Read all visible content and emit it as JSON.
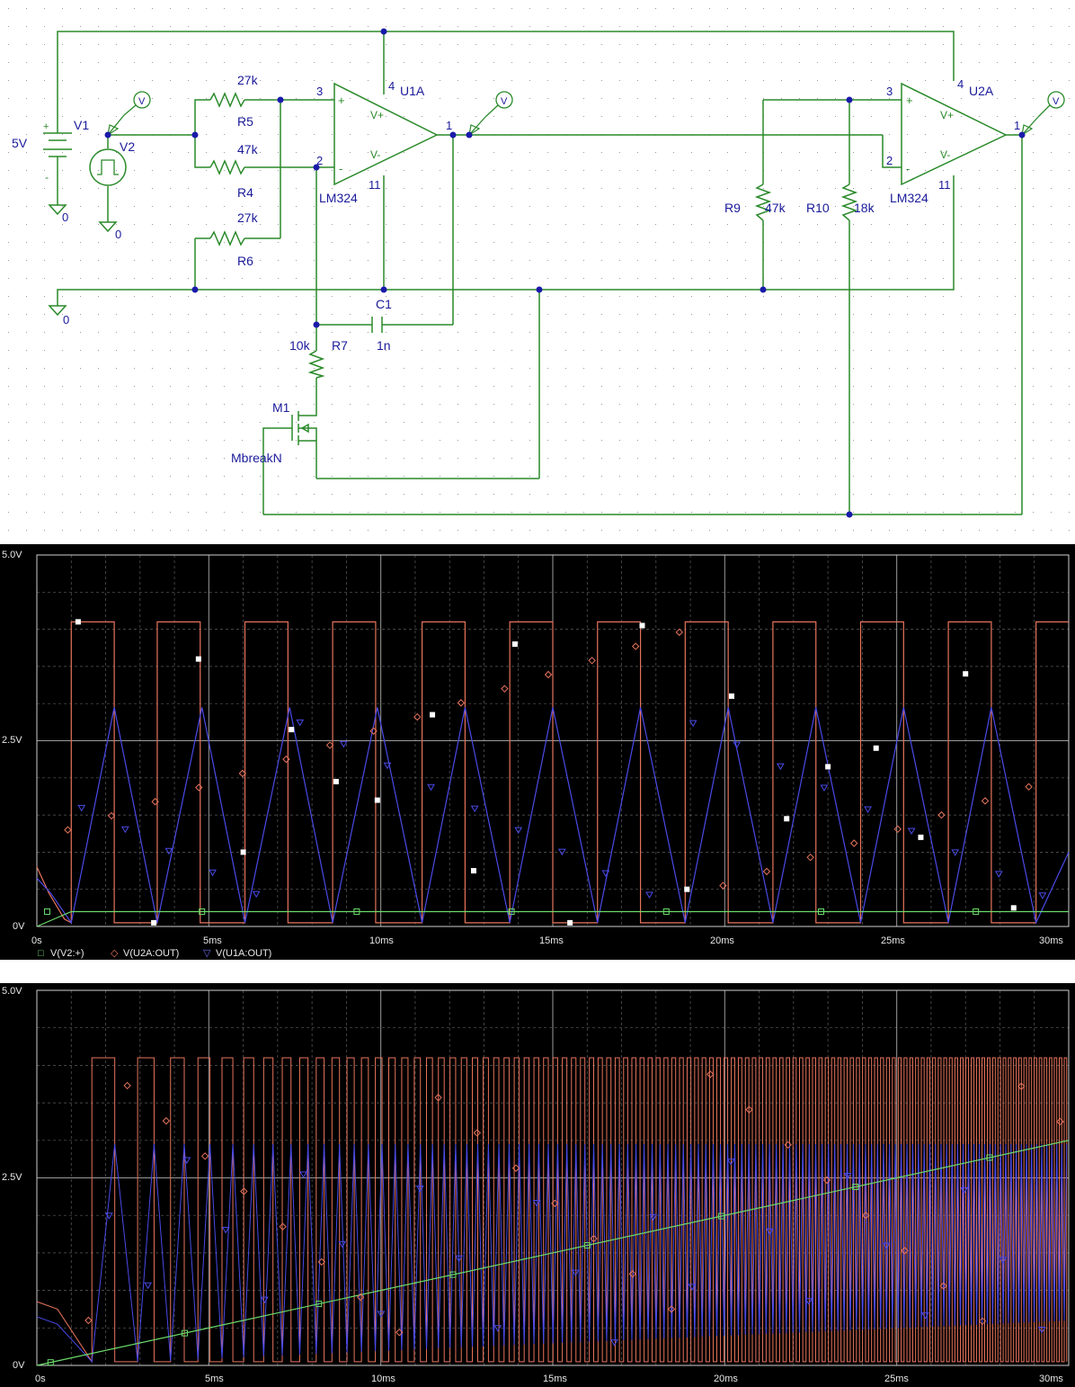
{
  "colors": {
    "wire": "#2a8a2a",
    "label": "#1a1a9a",
    "dot": "#1a1aaa",
    "plot_bg": "#000000",
    "grid": "#cfcfcf",
    "axis_text": "#e8e8e8",
    "trace_v2": "#6bdc6b",
    "trace_u2a": "#e8745c",
    "trace_u1a": "#4a4ae8",
    "marker_white": "#ffffff"
  },
  "schematic": {
    "v1": {
      "name": "V1",
      "value": "5V",
      "plus": "+",
      "minus": "-"
    },
    "v2": {
      "name": "V2"
    },
    "gnd_labels": [
      "0",
      "0",
      "0"
    ],
    "probe_label": "V",
    "u1a": {
      "name": "U1A",
      "part": "LM324",
      "pin_plus": "3",
      "pin_minus": "2",
      "pin_out": "1",
      "pin_vcc": "4",
      "pin_vee": "11",
      "vplus": "V+",
      "vminus": "V-",
      "sign_plus": "+",
      "sign_minus": "-"
    },
    "u2a": {
      "name": "U2A",
      "part": "LM324",
      "pin_plus": "3",
      "pin_minus": "2",
      "pin_out": "1",
      "pin_vcc": "4",
      "pin_vee": "11",
      "vplus": "V+",
      "vminus": "V-",
      "sign_plus": "+",
      "sign_minus": "-"
    },
    "r5": {
      "name": "R5",
      "value": "27k"
    },
    "r4": {
      "name": "R4",
      "value": "47k"
    },
    "r6": {
      "name": "R6",
      "value": "27k"
    },
    "r7": {
      "name": "R7",
      "value": "10k"
    },
    "r9": {
      "name": "R9",
      "value": "47k"
    },
    "r10": {
      "name": "R10",
      "value": "18k"
    },
    "c1": {
      "name": "C1",
      "value": "1n"
    },
    "m1": {
      "name": "M1",
      "model": "MbreakN"
    }
  },
  "plot1": {
    "y_ticks": [
      "5.0V",
      "2.5V",
      "0V"
    ],
    "x_ticks": [
      "0s",
      "5ms",
      "10ms",
      "15ms",
      "20ms",
      "25ms",
      "30ms"
    ],
    "legend": [
      {
        "marker": "□",
        "label": "V(V2:+)"
      },
      {
        "marker": "◇",
        "label": "V(U2A:OUT)"
      },
      {
        "marker": "▽",
        "label": "V(U1A:OUT)"
      }
    ]
  },
  "plot2": {
    "y_ticks": [
      "5.0V",
      "2.5V",
      "0V"
    ],
    "x_ticks": [
      "0s",
      "5ms",
      "10ms",
      "15ms",
      "20ms",
      "25ms",
      "30ms"
    ]
  },
  "chart_data": [
    {
      "type": "line",
      "x_unit": "ms",
      "xlim": [
        0,
        30
      ],
      "ylim": [
        0,
        5
      ],
      "grid": true,
      "legend_position": "bottom-left",
      "series": [
        {
          "name": "V(V2:+)",
          "points": [
            [
              0,
              0
            ],
            [
              0.5,
              0.1
            ],
            [
              1,
              0.2
            ],
            [
              30,
              0.2
            ]
          ]
        },
        {
          "name": "V(U2A:OUT)",
          "high": 4.1,
          "low": 0.05,
          "rise_times_ms": [
            1.0,
            3.5,
            6.05,
            8.6,
            11.2,
            13.75,
            16.3,
            18.85,
            21.4,
            23.95,
            26.5,
            29.05
          ]
        },
        {
          "name": "V(U1A:OUT)",
          "peak": 2.95,
          "trough": 0.05,
          "peak_times_ms": [
            2.25,
            4.8,
            7.35,
            9.9,
            12.45,
            15.0,
            17.55,
            20.1,
            22.65,
            25.2,
            27.75
          ],
          "trough_times_ms": [
            1.0,
            3.5,
            6.05,
            8.6,
            11.2,
            13.75,
            16.3,
            18.85,
            21.4,
            23.95,
            26.5,
            29.05
          ]
        }
      ]
    },
    {
      "type": "line",
      "x_unit": "ms",
      "xlim": [
        0,
        30
      ],
      "ylim": [
        0,
        5
      ],
      "grid": true,
      "series": [
        {
          "name": "V(V2:+)",
          "points": [
            [
              0,
              0
            ],
            [
              30,
              3.0
            ]
          ]
        },
        {
          "name": "V(U2A:OUT)",
          "high": 4.1,
          "low": 0.05,
          "frequency_trend": "increasing"
        },
        {
          "name": "V(U1A:OUT)",
          "peak": 2.95,
          "trough": 0.05,
          "frequency_trend": "increasing"
        }
      ]
    }
  ]
}
